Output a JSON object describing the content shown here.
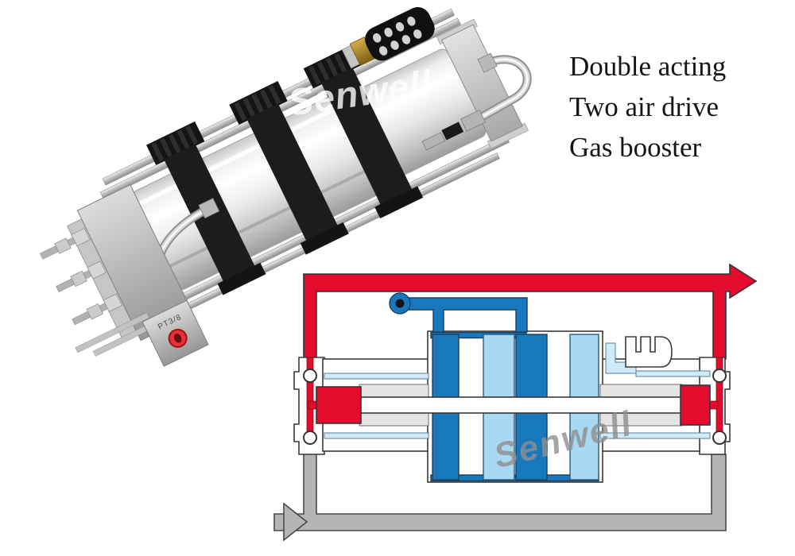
{
  "headline": {
    "lines": [
      "Double acting",
      "Two air drive",
      "Gas booster"
    ]
  },
  "photo": {
    "watermark": "Senwell",
    "port_label": "PT3/8"
  },
  "diagram": {
    "watermark": "Senwell",
    "colors": {
      "high_pressure_red": "#e40b2d",
      "drive_air_blue": "#1878be",
      "exhaust_blue": "#a9d9f2",
      "pilot_blue": "#cfeaf8",
      "inlet_gray": "#b5b5b5",
      "spacer_gray": "#e4e4e4"
    }
  }
}
